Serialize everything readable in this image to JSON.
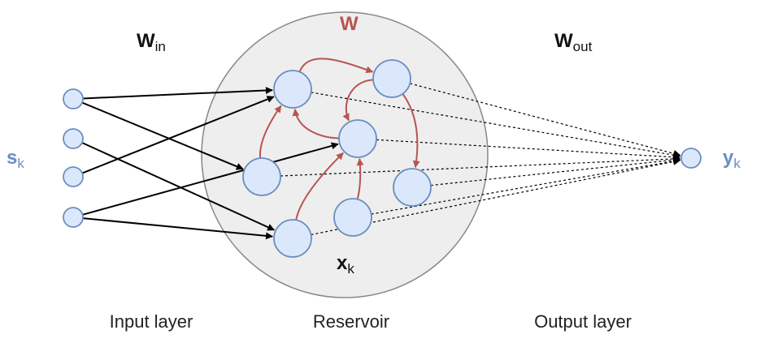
{
  "title": "",
  "labels": {
    "w_in": {
      "base": "W",
      "sub": "in"
    },
    "w": {
      "base": "W",
      "sub": ""
    },
    "w_out": {
      "base": "W",
      "sub": "out"
    },
    "s_k": {
      "base": "s",
      "sub": "k"
    },
    "y_k": {
      "base": "y",
      "sub": "k"
    },
    "x_k": {
      "base": "x",
      "sub": "k"
    },
    "input_layer": "Input layer",
    "reservoir": "Reservoir",
    "output_layer": "Output layer"
  },
  "colors": {
    "node_fill": "#dbe8fc",
    "node_stroke": "#6c8ebf",
    "reservoir_fill": "#eeeeee",
    "reservoir_stroke": "#888888",
    "recurrent_edge": "#b85450",
    "input_edge": "#000000",
    "output_edge": "#000000",
    "symbol_blue": "#6c8ebf",
    "symbol_red": "#b85450",
    "symbol_dark": "#111111"
  },
  "nodes": {
    "input": [
      "i1",
      "i2",
      "i3",
      "i4"
    ],
    "reservoir": [
      "r1",
      "r2",
      "r3",
      "r4",
      "r5",
      "r6",
      "r7"
    ],
    "output": [
      "o1"
    ]
  },
  "edges": {
    "input": [
      [
        "i1",
        "r1"
      ],
      [
        "i1",
        "r4"
      ],
      [
        "i2",
        "r6"
      ],
      [
        "i3",
        "r1"
      ],
      [
        "i4",
        "r3"
      ],
      [
        "i4",
        "r6"
      ]
    ],
    "recurrent": [
      [
        "r4",
        "r1"
      ],
      [
        "r1",
        "r2"
      ],
      [
        "r2",
        "r3"
      ],
      [
        "r3",
        "r1"
      ],
      [
        "r2",
        "r5"
      ],
      [
        "r6",
        "r3"
      ],
      [
        "r7",
        "r3"
      ]
    ],
    "output": [
      [
        "r1",
        "o1"
      ],
      [
        "r2",
        "o1"
      ],
      [
        "r3",
        "o1"
      ],
      [
        "r4",
        "o1"
      ],
      [
        "r5",
        "o1"
      ],
      [
        "r6",
        "o1"
      ],
      [
        "r7",
        "o1"
      ]
    ]
  }
}
